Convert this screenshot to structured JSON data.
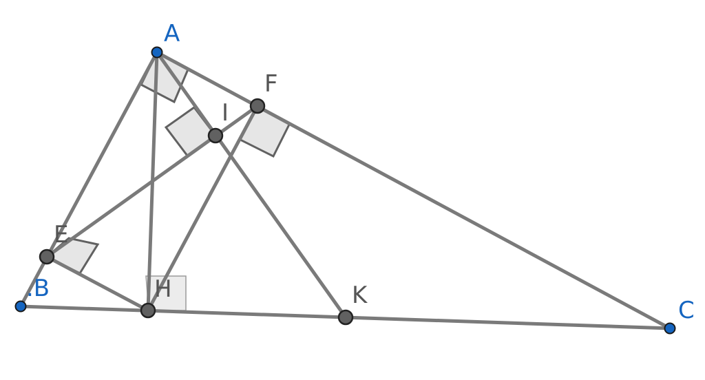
{
  "colors": {
    "free_point": "#1565c0",
    "dependent_point": "#616161",
    "segment": "#7a7a7a",
    "right_angle_fill": "#e6e6e6"
  },
  "labels": {
    "A": "A",
    "B": ".B",
    "C": "C",
    "E": "E",
    "F": "F",
    "H": "H",
    "I": "I",
    "K": "K"
  }
}
